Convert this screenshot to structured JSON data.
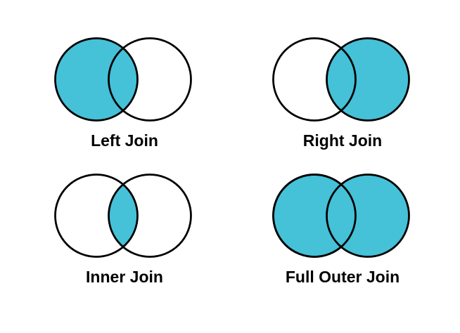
{
  "diagram": {
    "type": "venn-diagram-set",
    "subject": "SQL joins",
    "colors": {
      "accent": "#45c1d8",
      "stroke": "#000000",
      "background": "#ffffff"
    },
    "joins": [
      {
        "id": "left-join",
        "label": "Left Join",
        "highlighted_region": "left-circle"
      },
      {
        "id": "right-join",
        "label": "Right Join",
        "highlighted_region": "right-circle"
      },
      {
        "id": "inner-join",
        "label": "Inner Join",
        "highlighted_region": "intersection"
      },
      {
        "id": "full-outer-join",
        "label": "Full Outer Join",
        "highlighted_region": "both-circles"
      }
    ]
  }
}
